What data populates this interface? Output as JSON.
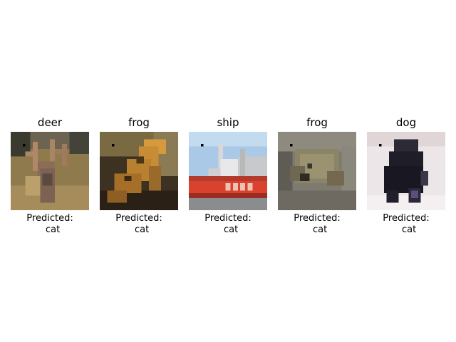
{
  "samples": [
    {
      "true_label": "deer",
      "prediction_text": "Predicted:\n  cat"
    },
    {
      "true_label": "frog",
      "prediction_text": "Predicted:\n  cat"
    },
    {
      "true_label": "ship",
      "prediction_text": "Predicted:\n  cat"
    },
    {
      "true_label": "frog",
      "prediction_text": "Predicted:\n  cat"
    },
    {
      "true_label": "dog",
      "prediction_text": "Predicted:\n  cat"
    }
  ]
}
